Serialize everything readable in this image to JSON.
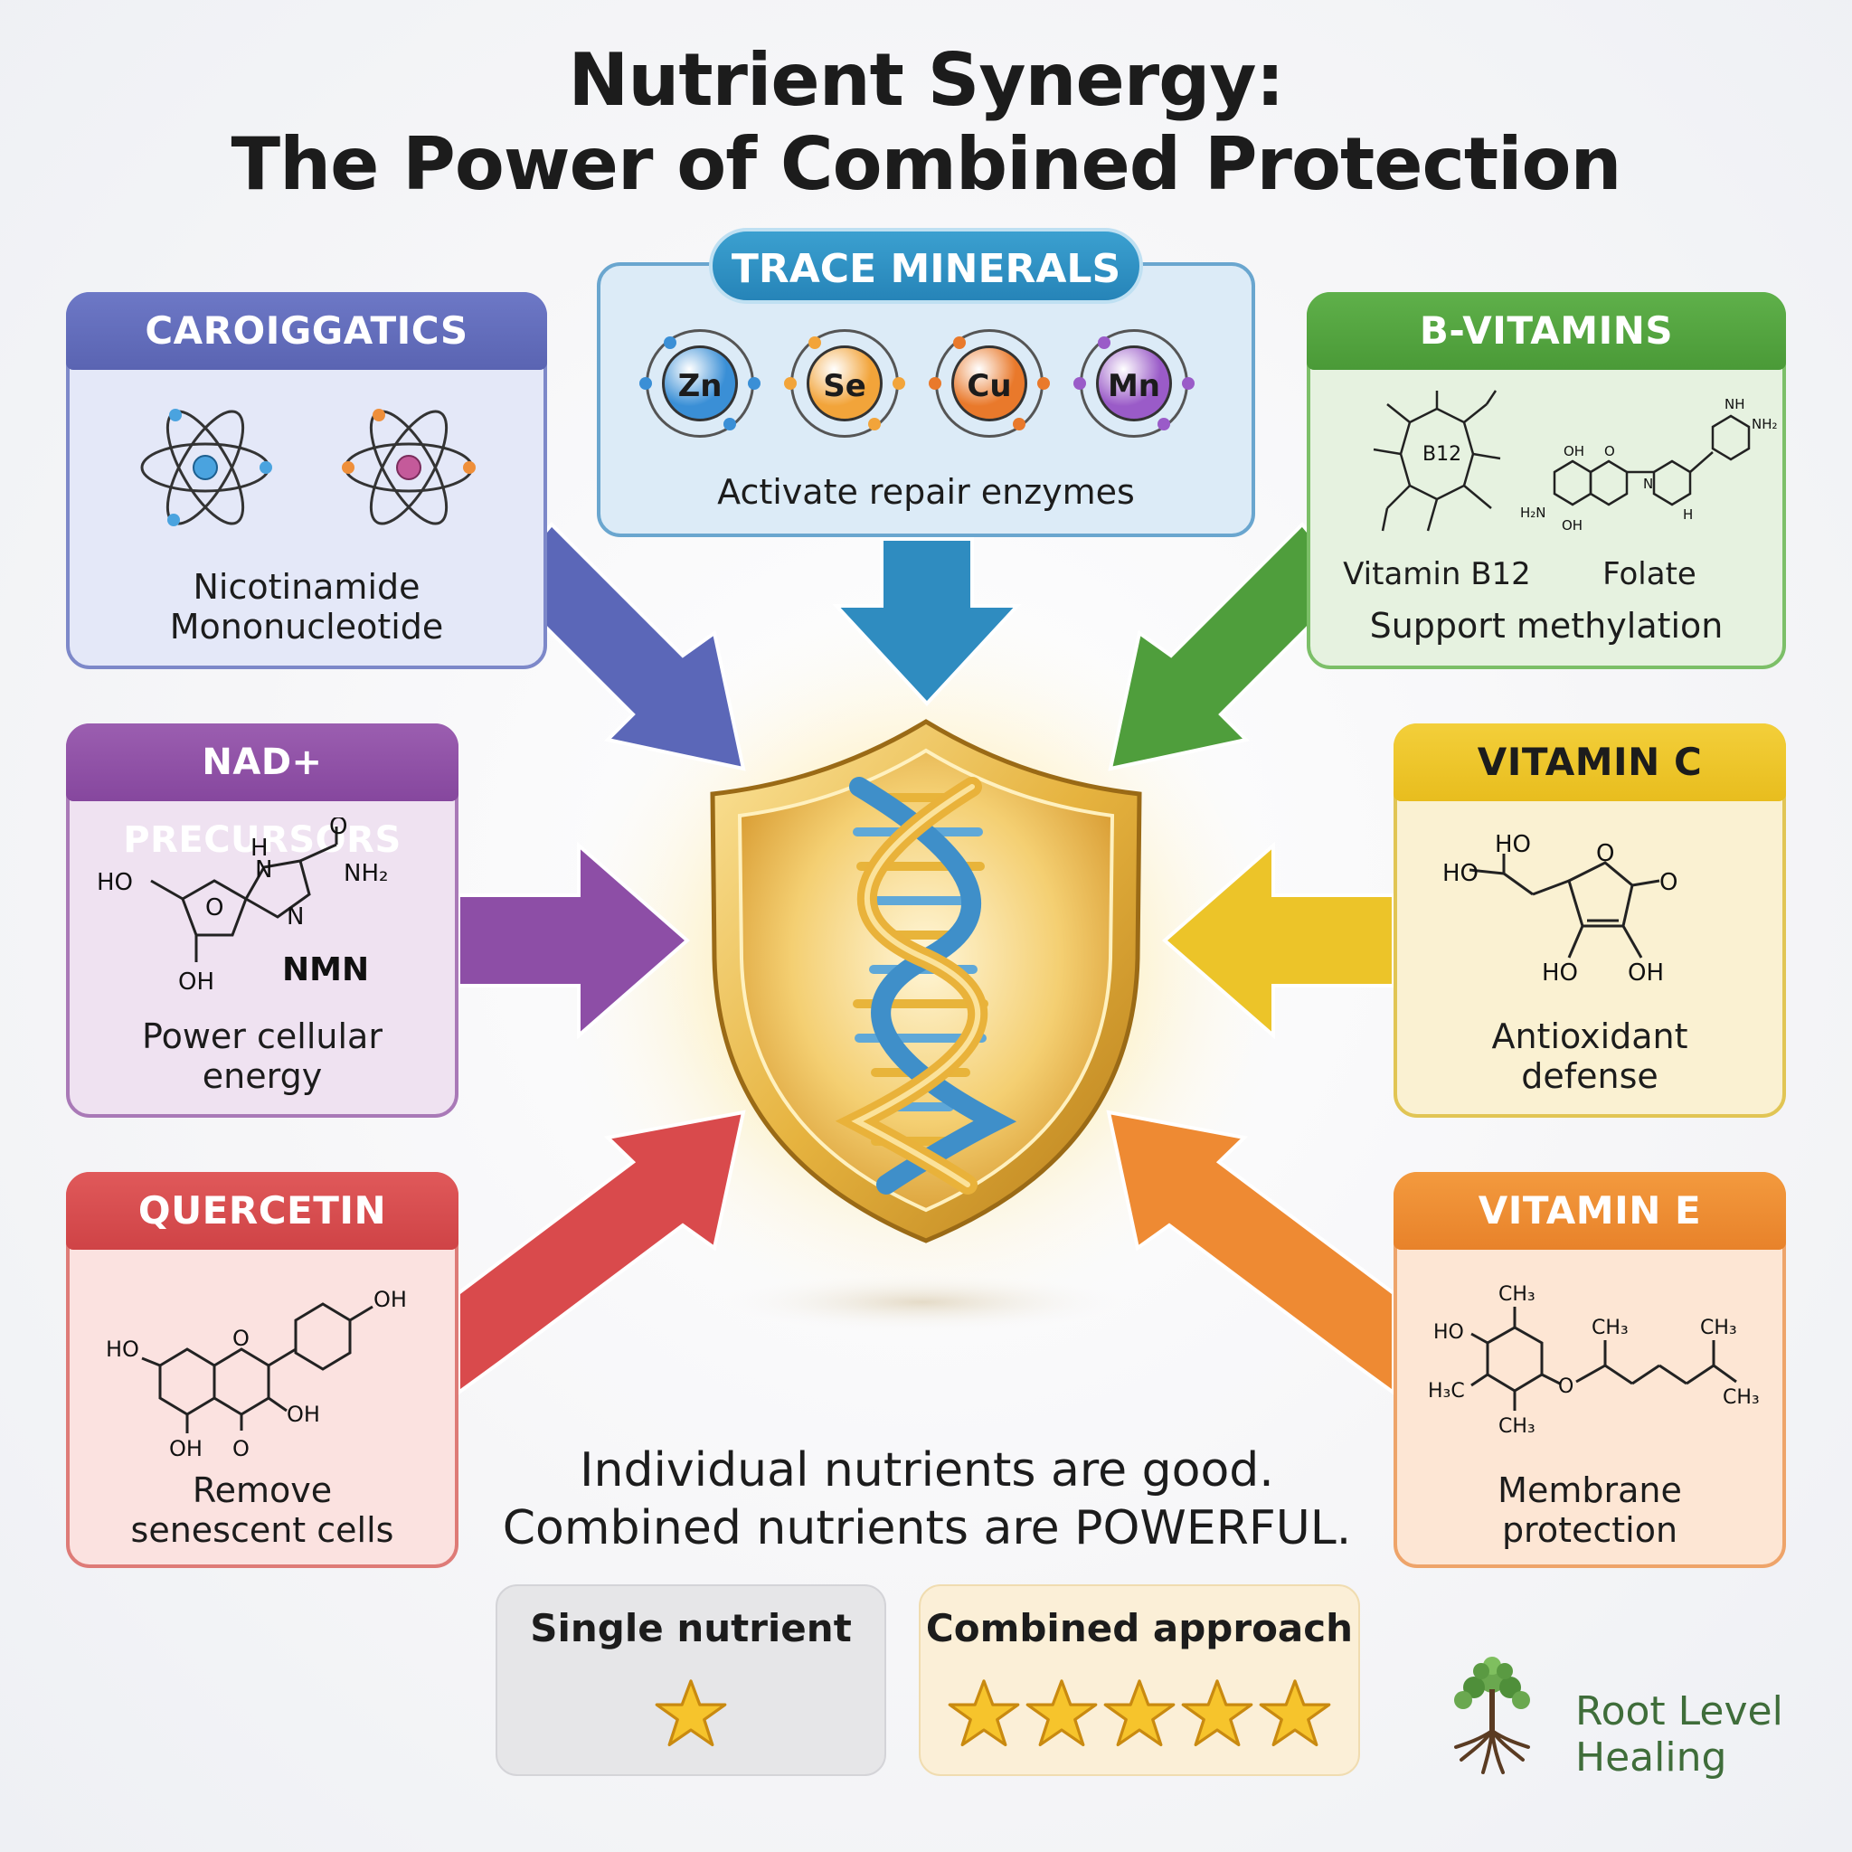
{
  "title": {
    "line1": "Nutrient Synergy:",
    "line2": "The Power of Combined Protection"
  },
  "cards": {
    "carotenoids": {
      "header": "CAROIGGATICS",
      "caption_line1": "Nicotinamide",
      "caption_line2": "Mononucleotide"
    },
    "trace_minerals": {
      "header": "TRACE MINERALS",
      "caption": "Activate repair enzymes",
      "minerals": [
        {
          "symbol": "Zn",
          "color": "#3a8fd6"
        },
        {
          "symbol": "Se",
          "color": "#f2a43a"
        },
        {
          "symbol": "Cu",
          "color": "#e9792b"
        },
        {
          "symbol": "Mn",
          "color": "#9a5bc8"
        }
      ]
    },
    "b_vitamins": {
      "header": "B-VITAMINS",
      "label_b12": "Vitamin B12",
      "label_folate": "Folate",
      "caption": "Support methylation",
      "b12_symbol": "B12"
    },
    "nad": {
      "header": "NAD+ PRECURSORS",
      "nmn_label": "NMN",
      "caption_line1": "Power cellular",
      "caption_line2": "energy"
    },
    "vitamin_c": {
      "header": "VITAMIN C",
      "caption_line1": "Antioxidant",
      "caption_line2": "defense"
    },
    "quercetin": {
      "header": "QUERCETIN",
      "caption_line1": "Remove",
      "caption_line2": "senescent cells"
    },
    "vitamin_e": {
      "header": "VITAMIN E",
      "caption_line1": "Membrane",
      "caption_line2": "protection"
    }
  },
  "chem_labels": {
    "nad_ho": "HO",
    "nad_h": "H",
    "nad_n1": "N",
    "nad_o_top": "O",
    "nad_nh2": "NH₂",
    "nad_o_ring": "O",
    "nad_n2": "N",
    "nad_oh": "OH",
    "vitc_ho_top": "HO",
    "vitc_ho_left": "HO",
    "vitc_o_ring": "O",
    "vitc_o_keto": "O",
    "vitc_ho_bottom": "HO",
    "vitc_oh_bottom": "OH",
    "quer_ho": "HO",
    "quer_o_ring": "O",
    "quer_oh_top": "OH",
    "quer_oh_mid": "OH",
    "quer_oh_bottom": "OH",
    "quer_o_keto": "O",
    "vite_ch3_top": "CH₃",
    "vite_ho": "HO",
    "vite_h3c": "H₃C",
    "vite_ch3_bottom": "CH₃",
    "vite_o": "O",
    "vite_ch3_chain1": "CH₃",
    "vite_ch3_chain2": "CH₃",
    "vite_ch3_end": "CH₃",
    "fol_nh": "NH",
    "fol_nh2_right": "NH₂",
    "fol_oh_top": "OH",
    "fol_o": "O",
    "fol_h2n": "H₂N",
    "fol_oh_bottom": "OH",
    "fol_n": "N",
    "fol_h": "H"
  },
  "tagline": {
    "line1": "Individual nutrients are good.",
    "line2": "Combined nutrients are POWERFUL."
  },
  "comparison": {
    "single": {
      "label": "Single nutrient",
      "stars": 1
    },
    "combined": {
      "label": "Combined approach",
      "stars": 5
    }
  },
  "brand": {
    "line1": "Root Level",
    "line2": "Healing"
  },
  "arrow_colors": {
    "carotenoids": "#5b67b8",
    "trace": "#2f8cc0",
    "bvit": "#4f9e3c",
    "nad": "#8d4ea6",
    "vitc": "#ecc429",
    "quer": "#d94a4c",
    "vite": "#ee8a33"
  }
}
